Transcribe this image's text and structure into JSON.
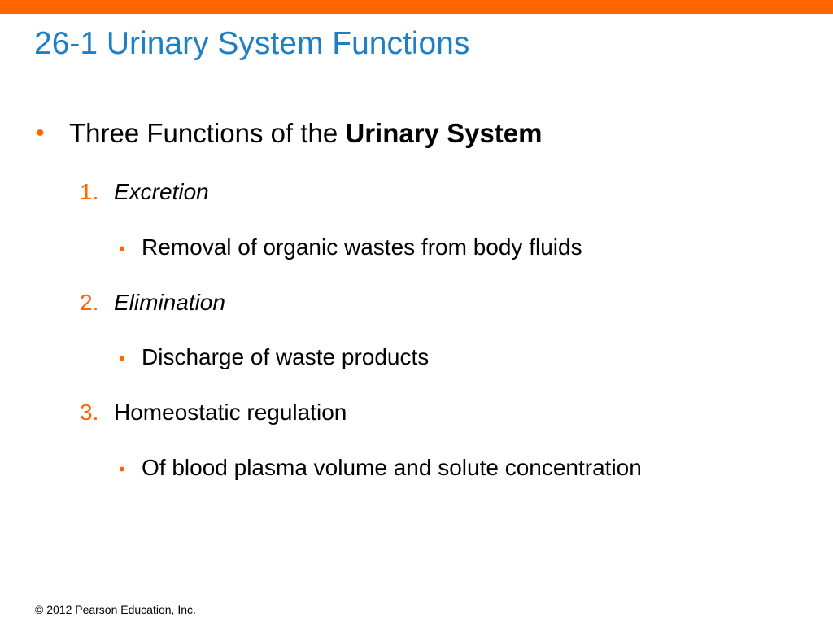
{
  "slide": {
    "title": "26-1 Urinary System Functions",
    "main_bullet": {
      "marker": "•",
      "text_prefix": "Three Functions of the ",
      "text_bold": "Urinary System"
    },
    "functions": [
      {
        "number": "1.",
        "label": "Excretion",
        "detail_marker": "•",
        "detail": "Removal of organic wastes from body fluids"
      },
      {
        "number": "2.",
        "label": "Elimination",
        "detail_marker": "•",
        "detail": "Discharge of waste products"
      },
      {
        "number": "3.",
        "label": "Homeostatic regulation",
        "detail_marker": "•",
        "detail": "Of blood plasma volume and solute concentration"
      }
    ],
    "footer": "© 2012 Pearson Education, Inc.",
    "colors": {
      "accent": "#ff6600",
      "title": "#1f7fc3",
      "text": "#000000"
    }
  }
}
